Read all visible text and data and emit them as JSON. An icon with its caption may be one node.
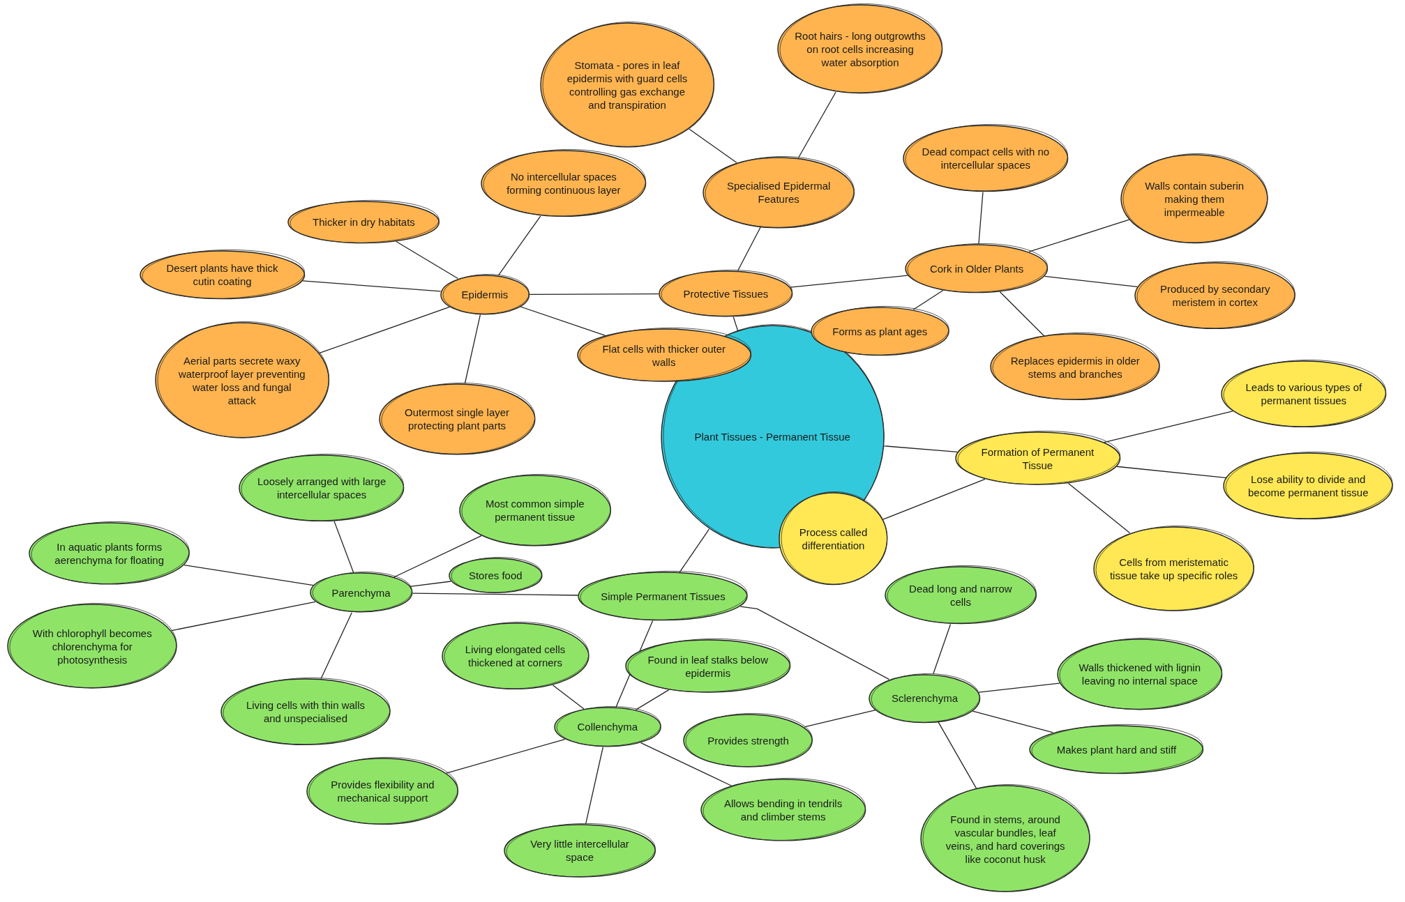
{
  "diagram": {
    "nodes": [
      {
        "text": [
          "Plant Tissues - Permanent Tissue"
        ]
      },
      {
        "text": [
          "Protective Tissues"
        ]
      },
      {
        "text": [
          "Epidermis"
        ]
      },
      {
        "text": [
          "Specialised Epidermal Features"
        ]
      },
      {
        "text": [
          "Stomata - pores in leaf epidermis with guard cells controlling gas exchange and transpiration"
        ]
      },
      {
        "text": [
          "Root hairs - long outgrowths on root cells increasing water absorption"
        ]
      },
      {
        "text": [
          "No intercellular spaces forming continuous layer"
        ]
      },
      {
        "text": [
          "Thicker in dry habitats"
        ]
      },
      {
        "text": [
          "Desert plants have thick cutin coating"
        ]
      },
      {
        "text": [
          "Aerial parts secrete waxy waterproof layer preventing water loss and fungal attack"
        ]
      },
      {
        "text": [
          "Outermost single layer protecting plant parts"
        ]
      },
      {
        "text": [
          "Flat cells with thicker outer walls"
        ]
      },
      {
        "text": [
          "Cork in Older Plants"
        ]
      },
      {
        "text": [
          "Dead compact cells with no intercellular spaces"
        ]
      },
      {
        "text": [
          "Walls contain suberin making them impermeable"
        ]
      },
      {
        "text": [
          "Produced by secondary meristem in cortex"
        ]
      },
      {
        "text": [
          "Replaces epidermis in older stems and branches"
        ]
      },
      {
        "text": [
          "Forms as plant ages"
        ]
      },
      {
        "text": [
          "Formation of Permanent Tissue"
        ]
      },
      {
        "text": [
          "Leads to various types of permanent tissues"
        ]
      },
      {
        "text": [
          "Lose ability to divide and become permanent tissue"
        ]
      },
      {
        "text": [
          "Cells from meristematic tissue take up specific roles"
        ]
      },
      {
        "text": [
          "Process called differentiation"
        ]
      },
      {
        "text": [
          "Simple Permanent Tissues"
        ]
      },
      {
        "text": [
          "Parenchyma"
        ]
      },
      {
        "text": [
          "Loosely arranged with large intercellular spaces"
        ]
      },
      {
        "text": [
          "Most common simple permanent tissue"
        ]
      },
      {
        "text": [
          "Stores food"
        ]
      },
      {
        "text": [
          "In aquatic plants forms aerenchyma for floating"
        ]
      },
      {
        "text": [
          "With chlorophyll becomes chlorenchyma for photosynthesis"
        ]
      },
      {
        "text": [
          "Living cells with thin walls and unspecialised"
        ]
      },
      {
        "text": [
          "Collenchyma"
        ]
      },
      {
        "text": [
          "Living elongated cells thickened at corners"
        ]
      },
      {
        "text": [
          "Found in leaf stalks below epidermis"
        ]
      },
      {
        "text": [
          "Provides flexibility and mechanical support"
        ]
      },
      {
        "text": [
          "Very little intercellular space"
        ]
      },
      {
        "text": [
          "Allows bending in tendrils and climber stems"
        ]
      },
      {
        "text": [
          "Sclerenchyma"
        ]
      },
      {
        "text": [
          "Dead long and narrow cells"
        ]
      },
      {
        "text": [
          "Walls thickened with lignin leaving no internal space"
        ]
      },
      {
        "text": [
          "Provides strength"
        ]
      },
      {
        "text": [
          "Makes plant hard and stiff"
        ]
      },
      {
        "text": [
          "Found in stems, around vascular bundles, leaf veins, and hard coverings like coconut husk"
        ]
      }
    ],
    "edges": [
      {
        "from": 0,
        "to": 1,
        "arrow": "none"
      },
      {
        "from": 0,
        "to": 18,
        "arrow": "none"
      },
      {
        "from": 0,
        "to": 23,
        "arrow": "none"
      },
      {
        "from": 1,
        "to": 2,
        "arrow": "none"
      },
      {
        "from": 1,
        "to": 3,
        "arrow": "none"
      },
      {
        "from": 1,
        "to": 12,
        "arrow": "none"
      },
      {
        "from": 3,
        "to": 4,
        "arrow": "none"
      },
      {
        "from": 3,
        "to": 5,
        "arrow": "none"
      },
      {
        "from": 2,
        "to": 6,
        "arrow": "none"
      },
      {
        "from": 2,
        "to": 7,
        "arrow": "none"
      },
      {
        "from": 2,
        "to": 8,
        "arrow": "none"
      },
      {
        "from": 2,
        "to": 9,
        "arrow": "none"
      },
      {
        "from": 2,
        "to": 10,
        "arrow": "none"
      },
      {
        "from": 2,
        "to": 11,
        "arrow": "none"
      },
      {
        "from": 12,
        "to": 13,
        "arrow": "none"
      },
      {
        "from": 12,
        "to": 14,
        "arrow": "none"
      },
      {
        "from": 12,
        "to": 15,
        "arrow": "none"
      },
      {
        "from": 12,
        "to": 16,
        "arrow": "none"
      },
      {
        "from": 12,
        "to": 17,
        "arrow": "none"
      },
      {
        "from": 18,
        "to": 19,
        "arrow": "none"
      },
      {
        "from": 18,
        "to": 20,
        "arrow": "none"
      },
      {
        "from": 18,
        "to": 21,
        "arrow": "none"
      },
      {
        "from": 18,
        "to": 22,
        "arrow": "none"
      },
      {
        "from": 23,
        "to": 24,
        "arrow": "none"
      },
      {
        "from": 23,
        "to": 31,
        "arrow": "none"
      },
      {
        "from": 23,
        "to": 37,
        "arrow": "none"
      },
      {
        "from": 24,
        "to": 25,
        "arrow": "none"
      },
      {
        "from": 24,
        "to": 26,
        "arrow": "none"
      },
      {
        "from": 24,
        "to": 27,
        "arrow": "none"
      },
      {
        "from": 24,
        "to": 28,
        "arrow": "none"
      },
      {
        "from": 24,
        "to": 29,
        "arrow": "none"
      },
      {
        "from": 24,
        "to": 30,
        "arrow": "none"
      },
      {
        "from": 31,
        "to": 32,
        "arrow": "none"
      },
      {
        "from": 31,
        "to": 33,
        "arrow": "none"
      },
      {
        "from": 31,
        "to": 34,
        "arrow": "none"
      },
      {
        "from": 31,
        "to": 35,
        "arrow": "none"
      },
      {
        "from": 31,
        "to": 36,
        "arrow": "none"
      },
      {
        "from": 37,
        "to": 38,
        "arrow": "none"
      },
      {
        "from": 37,
        "to": 39,
        "arrow": "none"
      },
      {
        "from": 37,
        "to": 40,
        "arrow": "none"
      },
      {
        "from": 37,
        "to": 41,
        "arrow": "none"
      },
      {
        "from": 37,
        "to": 42,
        "arrow": "none"
      }
    ]
  }
}
